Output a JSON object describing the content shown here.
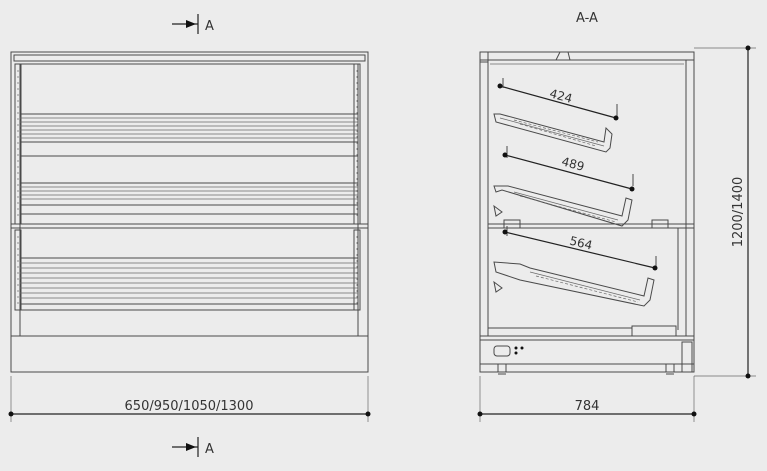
{
  "section_marker": {
    "label": "A"
  },
  "section_title": "A-A",
  "dimensions": {
    "front_width": "650/950/1050/1300",
    "side_depth": "784",
    "height": "1200/1400",
    "shelf_1": "424",
    "shelf_2": "489",
    "shelf_3": "564"
  },
  "colors": {
    "background": "#ececec",
    "line": "#4a4a4a",
    "dimension": "#111111"
  }
}
